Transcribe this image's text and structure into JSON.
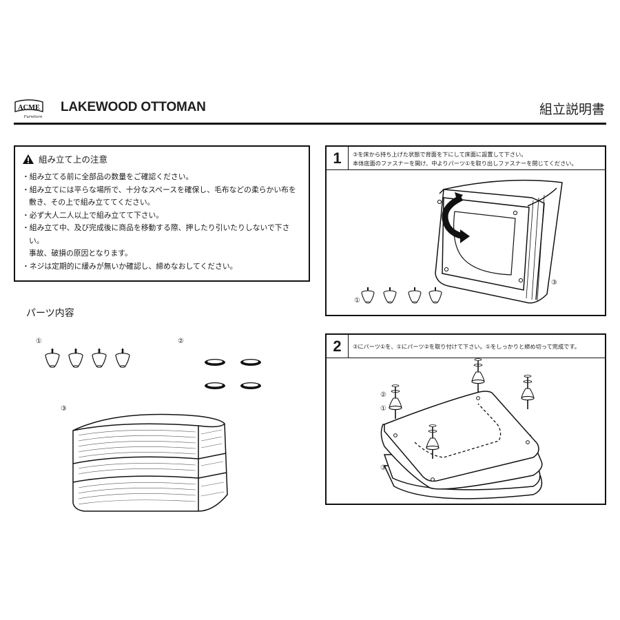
{
  "header": {
    "logo_text": "ACME",
    "logo_subtext": "Furniture",
    "title": "LAKEWOOD OTTOMAN",
    "subtitle": "組立説明書"
  },
  "caution": {
    "heading": "組み立て上の注意",
    "items": [
      "・組み立てる前に全部品の数量をご確認ください。",
      "・組み立てには平らな場所で、十分なスペースを確保し、毛布などの柔らかい布を\n敷き、その上で組み立ててください。",
      "・必ず大人二人以上で組み立てて下さい。",
      "・組み立て中、及び完成後に商品を移動する際、押したり引いたりしないで下さい。\n事故、破損の原因となります。",
      "・ネジは定期的に緩みが無いか確認し、締めなおしてください。"
    ]
  },
  "parts": {
    "title": "パーツ内容",
    "labels": [
      "①",
      "②",
      "③"
    ]
  },
  "steps": [
    {
      "number": "1",
      "text": "③を床から持ち上げた状態で背面を下にして床面に設置して下さい。\n本体底面のファスナーを開け、中よりパーツ①を取り出しファスナーを閉じてください。",
      "labels": [
        "①",
        "③"
      ]
    },
    {
      "number": "2",
      "text": "③にパーツ①を、①にパーツ②を取り付けて下さい。①をしっかりと締め切って完成です。",
      "labels": [
        "②",
        "①",
        "③"
      ]
    }
  ],
  "icons": [
    "warning-icon",
    "acme-logo",
    "rotate-arrow-icon"
  ],
  "colors": {
    "ink": "#111111",
    "background": "#ffffff"
  }
}
